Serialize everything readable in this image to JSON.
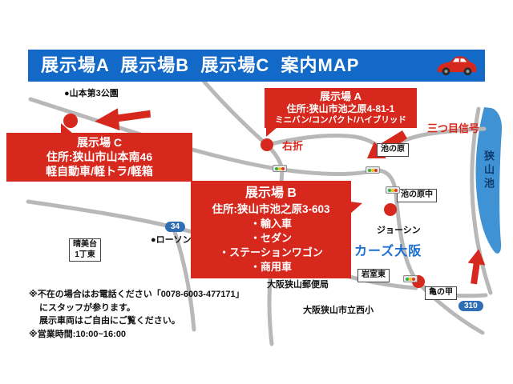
{
  "header": {
    "title": "展示場A  展示場B  展示場C  案内MAP"
  },
  "callouts": {
    "a": {
      "name": "展示場 A",
      "address": "住所:狭山市池之原4-81-1",
      "vehicles": "ミニバン/コンパクト/ハイブリッド"
    },
    "b": {
      "name": "展示場 B",
      "address": "住所:狭山市池之原3-603",
      "items": [
        "・輸入車",
        "・セダン",
        "・ステーションワゴン",
        "・商用車"
      ]
    },
    "c": {
      "name": "展示場 C",
      "address": "住所:狭山市山本南46",
      "vehicles": "軽自動車/軽トラ/軽箱"
    }
  },
  "map_labels": {
    "yamamoto_park": "●山本第3公園",
    "right_turn": "右折",
    "third_signal": "三つ目信号",
    "ikenohara": "池の原",
    "ikenohara_naka": "池の原中",
    "joshin": "ジョーシン",
    "cars_osaka": "カーズ大阪",
    "harumidai_line1": "晴美台",
    "harumidai_line2": "1丁東",
    "lawson": "●ローソン",
    "post_office": "大阪狭山郵便局",
    "iwamuro_higashi": "岩室東",
    "kame_no_ko": "亀の甲",
    "nishi_elementary": "大阪狭山市立西小",
    "sayama_ike": "狭山池",
    "route_34": "34",
    "route_310": "310"
  },
  "notes": {
    "line1": "※不在の場合はお電話ください「0078-6003-477171」",
    "line2": "にスタッフが参ります。",
    "line3": "展示車両はご自由にご覧ください。",
    "line4": "※営業時間:10:00~16:00"
  },
  "icons": {
    "car": "red-car-icon",
    "traffic_light": "traffic-light-icon",
    "location_dot": "red-location-dot-icon",
    "direction_arrow": "red-direction-arrow-icon"
  },
  "colors": {
    "header_blue": "#1269c7",
    "callout_red": "#d7281d",
    "water_blue": "#3f93d4",
    "route_shield_blue": "#2f6db5",
    "cars_osaka_blue": "#1b6fd1",
    "sayama_ike_navy": "#0d3a6e",
    "road_gray": "#b8b8b8"
  }
}
